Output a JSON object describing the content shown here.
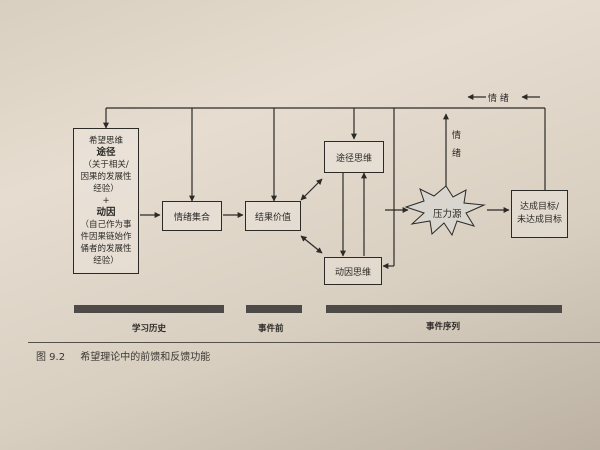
{
  "diagram": {
    "hope_box": {
      "title": "希望思维",
      "pathway_label": "途径",
      "pathway_desc_1": "（关于相关/",
      "pathway_desc_2": "因果的发展性",
      "pathway_desc_3": "经验）",
      "plus": "+",
      "agency_label": "动因",
      "agency_desc_1": "（自己作为事",
      "agency_desc_2": "件因果链始作",
      "agency_desc_3": "俑者的发展性",
      "agency_desc_4": "经验）"
    },
    "emotion_set": "情绪集合",
    "outcome_value": "结果价值",
    "pathway_thinking": "途径思维",
    "agency_thinking": "动因思维",
    "stressor": "压力源",
    "goal_outcome_1": "达成目标/",
    "goal_outcome_2": "未达成目标",
    "feedback_emotion": "情  绪",
    "side_emotion_1": "情",
    "side_emotion_2": "绪",
    "timeline": {
      "learning_history": "学习历史",
      "pre_event": "事件前",
      "event_sequence": "事件序列"
    }
  },
  "caption": {
    "number": "图 9.2",
    "text": "希望理论中的前馈和反馈功能"
  }
}
